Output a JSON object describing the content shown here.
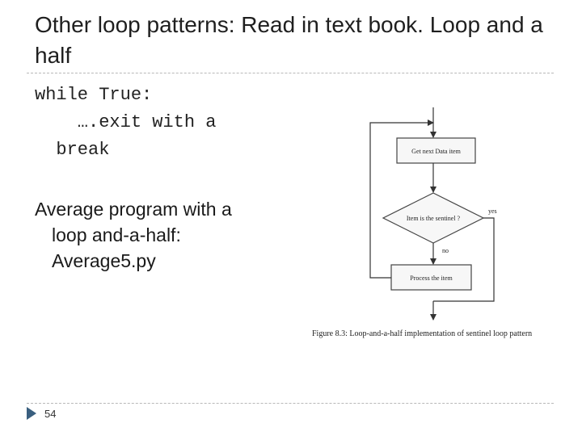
{
  "slide": {
    "title": "Other loop patterns: Read in text book. Loop and a half",
    "code_lines": [
      "while True:",
      "    ….exit with a",
      "  break"
    ],
    "body_first": "Average program with a",
    "body_lines": [
      "loop  and-a-half:",
      "Average5.py"
    ],
    "page_number": "54"
  },
  "figure": {
    "box_top": "Get next Data item",
    "decision": "Item is the sentinel ?",
    "yes_label": "yes",
    "no_label": "no",
    "box_bottom": "Process the item",
    "caption": "Figure 8.3: Loop-and-a-half implementation of sentinel loop pattern"
  }
}
